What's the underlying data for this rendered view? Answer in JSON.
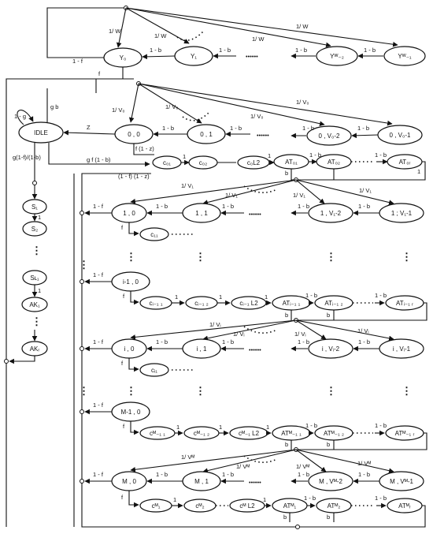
{
  "nodes": {
    "idle": "IDLE",
    "y0": "Y₀",
    "y1": "Y₁",
    "yw2": "Yᵂ₋₂",
    "yw1": "Yᵂ₋₁",
    "s00": "0 , 0",
    "s01": "0 , 1",
    "s0v2": "0 , V₀-2",
    "s0v1": "0 , V₀-1",
    "c01": "c₀₁",
    "c02": "c₀₂",
    "c0l2": "c₀L2",
    "at01": "AT₀₁",
    "at02": "AT₀₂",
    "at0r": "AT₀ᵣ",
    "s10": "1 , 0",
    "s11": "1 , 1",
    "s1v2": "1 , V₁-2",
    "s1v1": "1 ; V₁-1",
    "c11": "c₁₁",
    "si10": "i-1 , 0",
    "ci11": "cᵢ₋₁ ₁",
    "ci12": "cᵢ₋₁ ₂",
    "ci1l2": "cᵢ₋₁ L2",
    "ati11": "ATᵢ₋₁ ₁",
    "ati12": "ATᵢ₋₁ ₂",
    "ati1r": "ATᵢ₋₁ ᵣ",
    "si0": "i , 0",
    "si1": "i , 1",
    "siv2": "i , Vᵢ-2",
    "siv1": "i , Vᵢ-1",
    "ci1": "cᵢ₁",
    "sm10": "M-1 , 0",
    "cm11": "cᴹ₋₁ ₁",
    "cm12": "cᴹ₋₁ ₂",
    "cm1l2": "cᴹ₋₁ L2",
    "atm11": "ATᴹ₋₁ ₁",
    "atm12": "ATᴹ₋₁ ₂",
    "atm1r": "ATᴹ₋₁ ᵣ",
    "sm0": "M , 0",
    "sm1": "M , 1",
    "smv2": "M , Vᴹ-2",
    "smv1": "M , Vᴹ-1",
    "cm1": "cᴹ₁",
    "cm2": "cᴹ₂",
    "cml2": "cᴹ L2",
    "atm1": "ATᴹ₁",
    "atm2": "ATᴹ₂",
    "atmr": "ATᴹᵣ",
    "s1": "S₁",
    "s2": "S₂",
    "sl1": "Sʟ₁",
    "ak1": "AK₁",
    "akr": "AKᵣ"
  },
  "labels": {
    "one_w": "1/ W",
    "one_v0": "1/ V₀",
    "one_v1": "1/ V₁",
    "one_vi": "1/ Vᵢ",
    "one_vm": "1/ Vᴹ",
    "one_minus_b": "1 - b",
    "one_minus_f": "1 - f",
    "one_minus_g": "1 - g",
    "one": "1",
    "f": "f",
    "b": "b",
    "z": "Z",
    "gb": "g b",
    "g_frac": "g(1-f)/(1-b)",
    "f_one_minus_z": "f (1 - z)",
    "gf_one_minus_b": "g f (1 - b)",
    "one_minus_f_one_minus_z": "(1 - f) (1 - z)",
    "hdots": "••••••",
    "vdots": "⋮"
  }
}
